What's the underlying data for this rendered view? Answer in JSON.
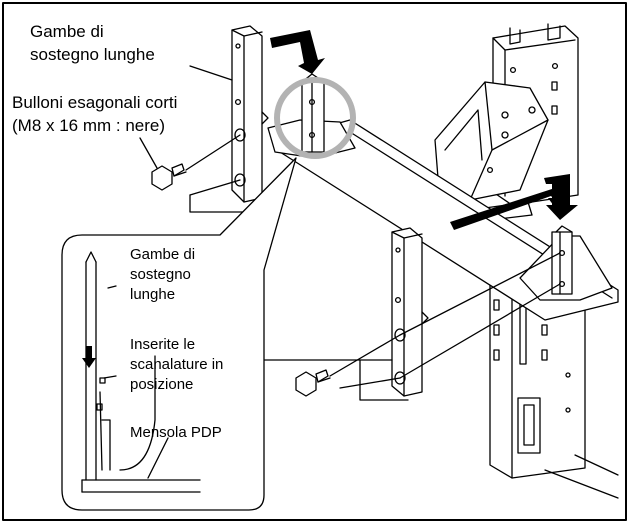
{
  "labels": {
    "top_leg_line1": "Gambe di",
    "top_leg_line2": "sostegno lunghe",
    "bolt_line1": "Bulloni esagonali corti",
    "bolt_line2": "(M8 x 16 mm : nere)",
    "inset_leg_line1": "Gambe di",
    "inset_leg_line2": "sostegno",
    "inset_leg_line3": "lunghe",
    "groove_line1": "Inserite le",
    "groove_line2": "scanalature in",
    "groove_line3": "posizione",
    "bracket": "Mensola PDP"
  },
  "colors": {
    "ink": "#000000",
    "highlight_ring": "#b3b3b3",
    "background": "#ffffff"
  },
  "icons": [
    "down-arrow-icon",
    "hex-bolt-icon"
  ]
}
